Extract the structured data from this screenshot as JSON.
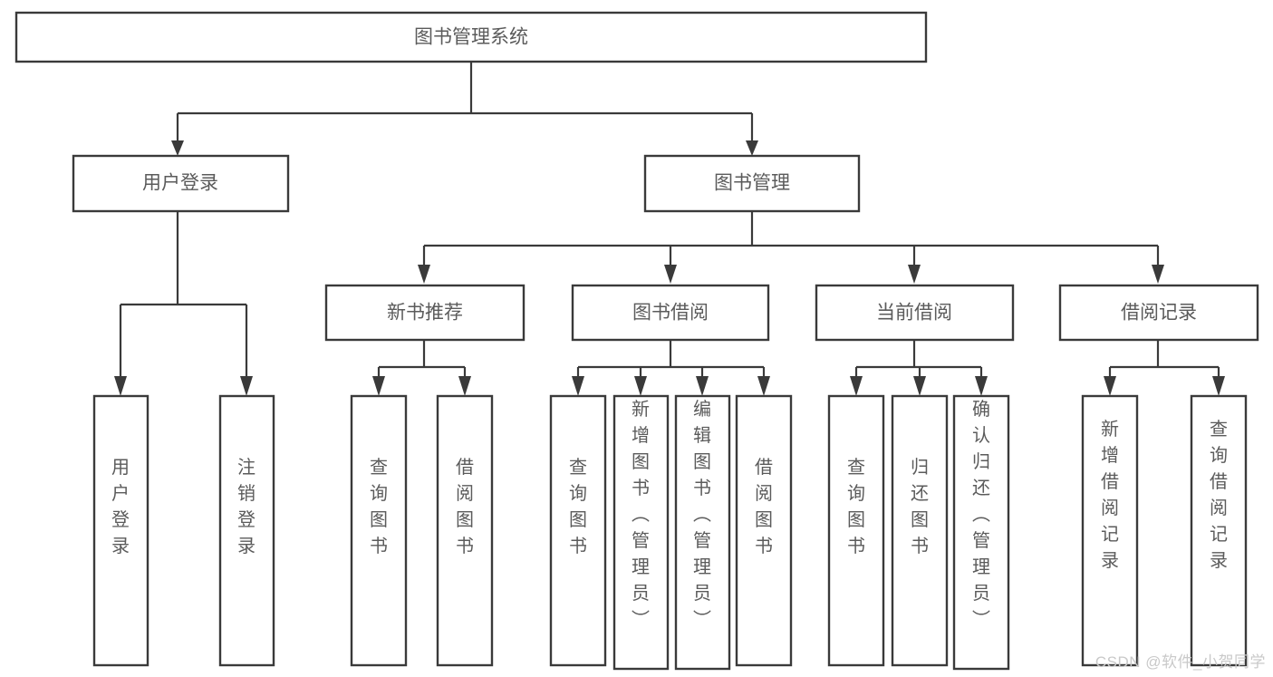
{
  "diagram": {
    "title": "图书管理系统",
    "type": "hierarchy-tree",
    "watermark": "CSDN @软件_小贺同学",
    "root": {
      "id": "root",
      "label": "图书管理系统",
      "orientation": "horizontal"
    },
    "level2": [
      {
        "id": "user-login",
        "label": "用户登录",
        "orientation": "horizontal"
      },
      {
        "id": "book-manage",
        "label": "图书管理",
        "orientation": "horizontal"
      }
    ],
    "level3": [
      {
        "id": "new-book-recommend",
        "label": "新书推荐",
        "parent": "book-manage",
        "orientation": "horizontal"
      },
      {
        "id": "book-borrow",
        "label": "图书借阅",
        "parent": "book-manage",
        "orientation": "horizontal"
      },
      {
        "id": "current-borrow",
        "label": "当前借阅",
        "parent": "book-manage",
        "orientation": "horizontal"
      },
      {
        "id": "borrow-record",
        "label": "借阅记录",
        "parent": "book-manage",
        "orientation": "horizontal"
      }
    ],
    "leaves": [
      {
        "id": "leaf-user-login",
        "label": "用户登录",
        "parent": "user-login",
        "orientation": "vertical"
      },
      {
        "id": "leaf-user-logout",
        "label": "注销登录",
        "parent": "user-login",
        "orientation": "vertical"
      },
      {
        "id": "leaf-query-book-rec",
        "label": "查询图书",
        "parent": "new-book-recommend",
        "orientation": "vertical"
      },
      {
        "id": "leaf-borrow-book-rec",
        "label": "借阅图书",
        "parent": "new-book-recommend",
        "orientation": "vertical"
      },
      {
        "id": "leaf-query-book-borrow",
        "label": "查询图书",
        "parent": "book-borrow",
        "orientation": "vertical"
      },
      {
        "id": "leaf-add-book",
        "label": "新增图书（管理员）",
        "parent": "book-borrow",
        "orientation": "vertical"
      },
      {
        "id": "leaf-edit-book",
        "label": "编辑图书（管理员）",
        "parent": "book-borrow",
        "orientation": "vertical"
      },
      {
        "id": "leaf-borrow-book",
        "label": "借阅图书",
        "parent": "book-borrow",
        "orientation": "vertical"
      },
      {
        "id": "leaf-query-book-current",
        "label": "查询图书",
        "parent": "current-borrow",
        "orientation": "vertical"
      },
      {
        "id": "leaf-return-book",
        "label": "归还图书",
        "parent": "current-borrow",
        "orientation": "vertical"
      },
      {
        "id": "leaf-confirm-return",
        "label": "确认归还（管理员）",
        "parent": "current-borrow",
        "orientation": "vertical"
      },
      {
        "id": "leaf-add-record",
        "label": "新增借阅记录",
        "parent": "borrow-record",
        "orientation": "vertical"
      },
      {
        "id": "leaf-query-record",
        "label": "查询借阅记录",
        "parent": "borrow-record",
        "orientation": "vertical"
      }
    ],
    "colors": {
      "box_stroke": "#3a3a3a",
      "box_fill": "#ffffff",
      "text": "#5b5b5b",
      "connector": "#3a3a3a",
      "watermark": "#c9c9c9",
      "background": "#ffffff"
    }
  }
}
